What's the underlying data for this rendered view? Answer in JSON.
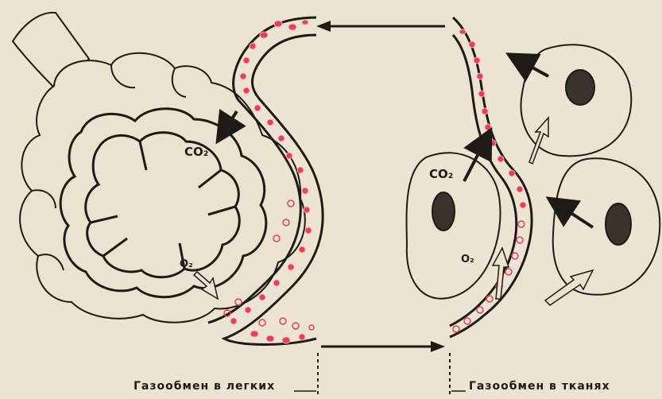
{
  "labels": {
    "lung_co2": "CO₂",
    "lung_o2": "O₂",
    "tissue_co2": "CO₂",
    "tissue_o2": "O₂",
    "caption_lungs": "Газообмен в легких",
    "caption_tissues": "Газообмен в тканях"
  },
  "colors": {
    "background": "#ede3d2",
    "ink": "#1e1a16",
    "blood_cell": "#e2415a",
    "nucleus": "#2a2420"
  },
  "icons": [
    "arrow-left-icon",
    "arrow-right-icon",
    "black-arrow-icon",
    "hollow-arrow-icon"
  ]
}
